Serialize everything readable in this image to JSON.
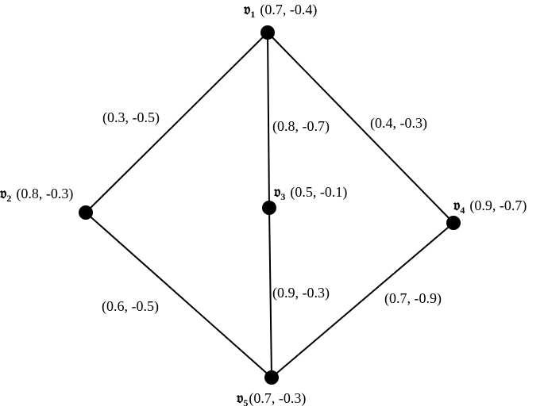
{
  "vertices": [
    {
      "id": "v1",
      "symbol": "𝔳",
      "index": "1",
      "values": "(0.7, -0.4)"
    },
    {
      "id": "v2",
      "symbol": "𝔳",
      "index": "2",
      "values": "(0.8, -0.3)"
    },
    {
      "id": "v3",
      "symbol": "𝔳",
      "index": "3",
      "values": "(0.5, -0.1)"
    },
    {
      "id": "v4",
      "symbol": "𝔳",
      "index": "4",
      "values": "(0.9, -0.7)"
    },
    {
      "id": "v5",
      "symbol": "𝔳",
      "index": "5",
      "values": "(0.7, -0.3)"
    }
  ],
  "edges": [
    {
      "id": "v1-v2",
      "from": "v1",
      "to": "v2",
      "label": "(0.3, -0.5)"
    },
    {
      "id": "v1-v3",
      "from": "v1",
      "to": "v3",
      "label": "(0.8, -0.7)"
    },
    {
      "id": "v1-v4",
      "from": "v1",
      "to": "v4",
      "label": "(0.4, -0.3)"
    },
    {
      "id": "v2-v5",
      "from": "v2",
      "to": "v5",
      "label": "(0.6, -0.5)"
    },
    {
      "id": "v3-v5",
      "from": "v3",
      "to": "v5",
      "label": "(0.9, -0.3)"
    },
    {
      "id": "v4-v5",
      "from": "v4",
      "to": "v5",
      "label": "(0.7, -0.9)"
    }
  ]
}
